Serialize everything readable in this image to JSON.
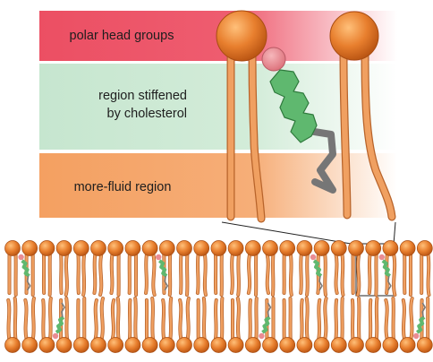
{
  "labels": {
    "polar_head_groups": "polar head groups",
    "stiffened_line1": "region stiffened",
    "stiffened_line2": "by cholesterol",
    "fluid_region": "more-fluid region"
  },
  "colors": {
    "polar_band": "#ec4f63",
    "stiffened_band": "#c6e6cf",
    "fluid_band": "#f4a061",
    "head": "#e87f2e",
    "head_dark": "#b95412",
    "tail": "#f0a061",
    "tail_edge": "#b8642b",
    "cholesterol_ring": "#5fb86f",
    "cholesterol_ring_edge": "#2f7a3d",
    "cholesterol_head": "#ea8c93",
    "cholesterol_chain": "#7a7a7a"
  },
  "icons": {
    "phospholipid": "phospholipid-icon",
    "cholesterol": "cholesterol-icon"
  }
}
